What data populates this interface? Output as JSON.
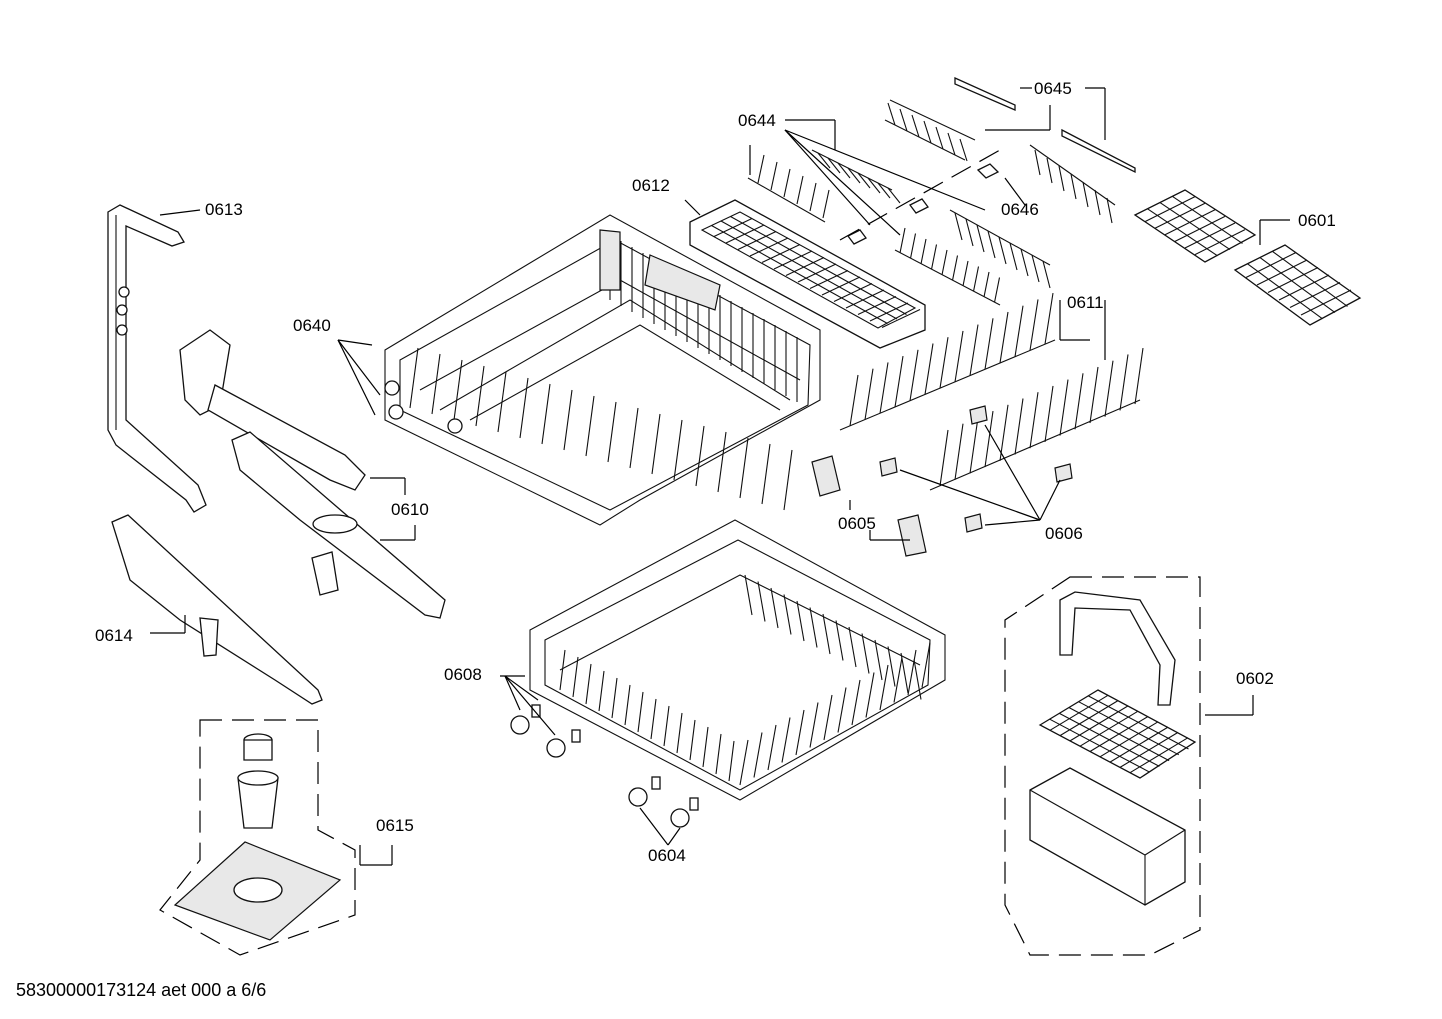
{
  "labels": {
    "p0613": "0613",
    "p0640": "0640",
    "p0612": "0612",
    "p0644": "0644",
    "p0645": "0645",
    "p0646": "0646",
    "p0601": "0601",
    "p0611": "0611",
    "p0610": "0610",
    "p0605": "0605",
    "p0606": "0606",
    "p0614": "0614",
    "p0608": "0608",
    "p0602": "0602",
    "p0615": "0615",
    "p0604": "0604"
  },
  "footer": "58300000173124 aet 000 a 6/6"
}
